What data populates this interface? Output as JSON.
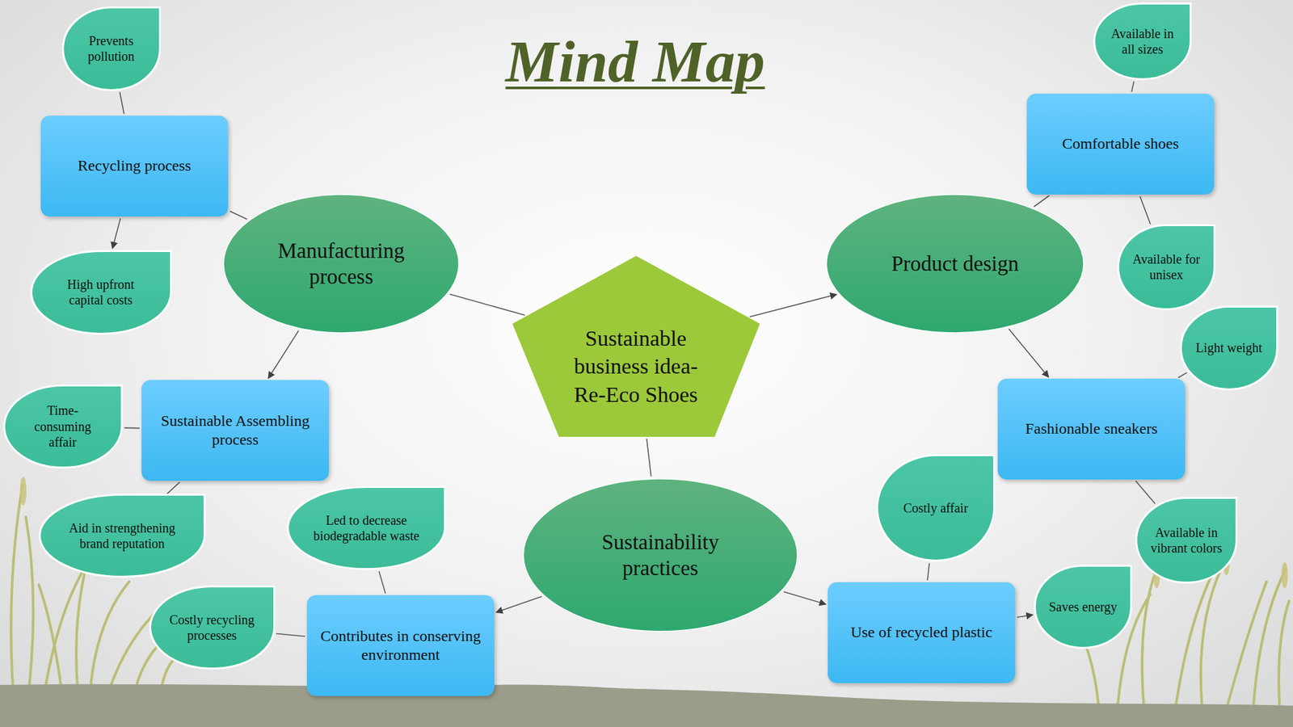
{
  "diagram": {
    "title": "Mind Map",
    "nodes": [
      {
        "text": [
          "Prevents pollution"
        ]
      },
      {
        "text": [
          "Available in all sizes"
        ]
      },
      {
        "text": [
          "Recycling process"
        ]
      },
      {
        "text": [
          "Comfortable shoes"
        ]
      },
      {
        "text": [
          "Manufacturing process"
        ]
      },
      {
        "text": [
          "Product design"
        ]
      },
      {
        "text": [
          "Available for unisex"
        ]
      },
      {
        "text": [
          "High upfront capital costs"
        ]
      },
      {
        "text": [
          "Sustainable business idea- Re-Eco Shoes"
        ]
      },
      {
        "text": [
          "Light weight"
        ]
      },
      {
        "text": [
          "Time-consuming affair"
        ]
      },
      {
        "text": [
          "Sustainable Assembling process"
        ]
      },
      {
        "text": [
          "Fashionable sneakers"
        ]
      },
      {
        "text": [
          "Costly affair"
        ]
      },
      {
        "text": [
          "Aid in strengthening brand reputation"
        ]
      },
      {
        "text": [
          "Led to decrease biodegradable waste"
        ]
      },
      {
        "text": [
          "Sustainability practices"
        ]
      },
      {
        "text": [
          "Available in vibrant colors"
        ]
      },
      {
        "text": [
          "Costly recycling processes"
        ]
      },
      {
        "text": [
          "Contributes in conserving environment"
        ]
      },
      {
        "text": [
          "Saves energy"
        ]
      },
      {
        "text": [
          "Use of recycled plastic"
        ]
      }
    ],
    "edges": [
      {
        "from": 8,
        "to": 4,
        "arrow": "none"
      },
      {
        "from": 8,
        "to": 5,
        "arrow": "to"
      },
      {
        "from": 8,
        "to": 16,
        "arrow": "none"
      },
      {
        "from": 4,
        "to": 2,
        "arrow": "none"
      },
      {
        "from": 4,
        "to": 11,
        "arrow": "to"
      },
      {
        "from": 2,
        "to": 0,
        "arrow": "none"
      },
      {
        "from": 2,
        "to": 7,
        "arrow": "to"
      },
      {
        "from": 11,
        "to": 10,
        "arrow": "none"
      },
      {
        "from": 11,
        "to": 14,
        "arrow": "none"
      },
      {
        "from": 16,
        "to": 19,
        "arrow": "to"
      },
      {
        "from": 19,
        "to": 15,
        "arrow": "none"
      },
      {
        "from": 19,
        "to": 18,
        "arrow": "none"
      },
      {
        "from": 5,
        "to": 3,
        "arrow": "none"
      },
      {
        "from": 5,
        "to": 12,
        "arrow": "to"
      },
      {
        "from": 3,
        "to": 1,
        "arrow": "none"
      },
      {
        "from": 3,
        "to": 6,
        "arrow": "none"
      },
      {
        "from": 12,
        "to": 9,
        "arrow": "none"
      },
      {
        "from": 12,
        "to": 17,
        "arrow": "none"
      },
      {
        "from": 16,
        "to": 21,
        "arrow": "to"
      },
      {
        "from": 21,
        "to": 13,
        "arrow": "none"
      },
      {
        "from": 21,
        "to": 20,
        "arrow": "to"
      }
    ]
  }
}
